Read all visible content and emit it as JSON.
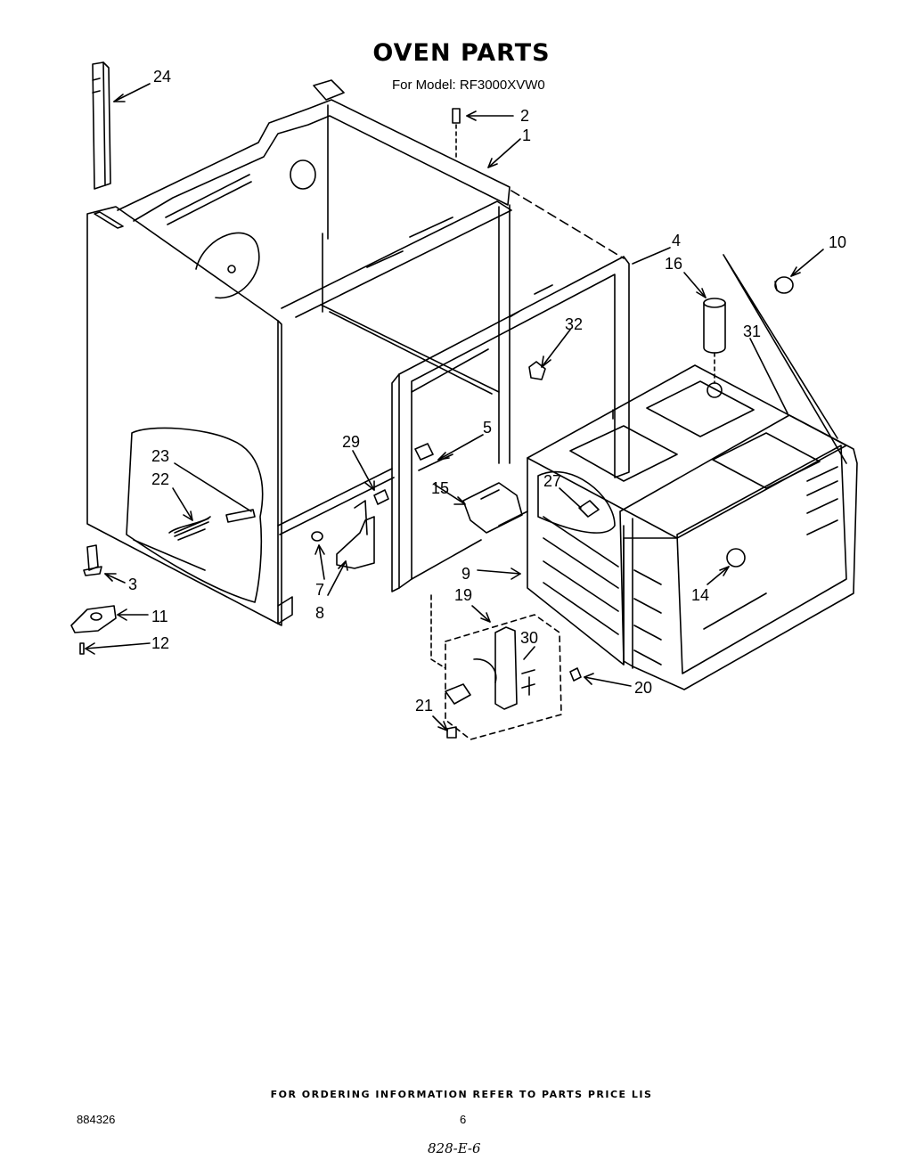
{
  "header": {
    "title": "OVEN PARTS",
    "model": "For Model: RF3000XVW0"
  },
  "callouts": [
    {
      "id": "c24",
      "label": "24"
    },
    {
      "id": "c2",
      "label": "2"
    },
    {
      "id": "c1",
      "label": "1"
    },
    {
      "id": "c4",
      "label": "4"
    },
    {
      "id": "c16",
      "label": "16"
    },
    {
      "id": "c10",
      "label": "10"
    },
    {
      "id": "c32",
      "label": "32"
    },
    {
      "id": "c31",
      "label": "31"
    },
    {
      "id": "c29",
      "label": "29"
    },
    {
      "id": "c5",
      "label": "5"
    },
    {
      "id": "c23",
      "label": "23"
    },
    {
      "id": "c22",
      "label": "22"
    },
    {
      "id": "c15",
      "label": "15"
    },
    {
      "id": "c27",
      "label": "27"
    },
    {
      "id": "c3",
      "label": "3"
    },
    {
      "id": "c7",
      "label": "7"
    },
    {
      "id": "c8",
      "label": "8"
    },
    {
      "id": "c9",
      "label": "9"
    },
    {
      "id": "c11",
      "label": "11"
    },
    {
      "id": "c19",
      "label": "19"
    },
    {
      "id": "c30",
      "label": "30"
    },
    {
      "id": "c12",
      "label": "12"
    },
    {
      "id": "c14",
      "label": "14"
    },
    {
      "id": "c20",
      "label": "20"
    },
    {
      "id": "c21",
      "label": "21"
    }
  ],
  "footer": {
    "ordering_note": "FOR ORDERING INFORMATION REFER TO PARTS PRICE LIS",
    "doc_number": "884326",
    "page_number": "6",
    "handwritten_code": "828-E-6"
  }
}
